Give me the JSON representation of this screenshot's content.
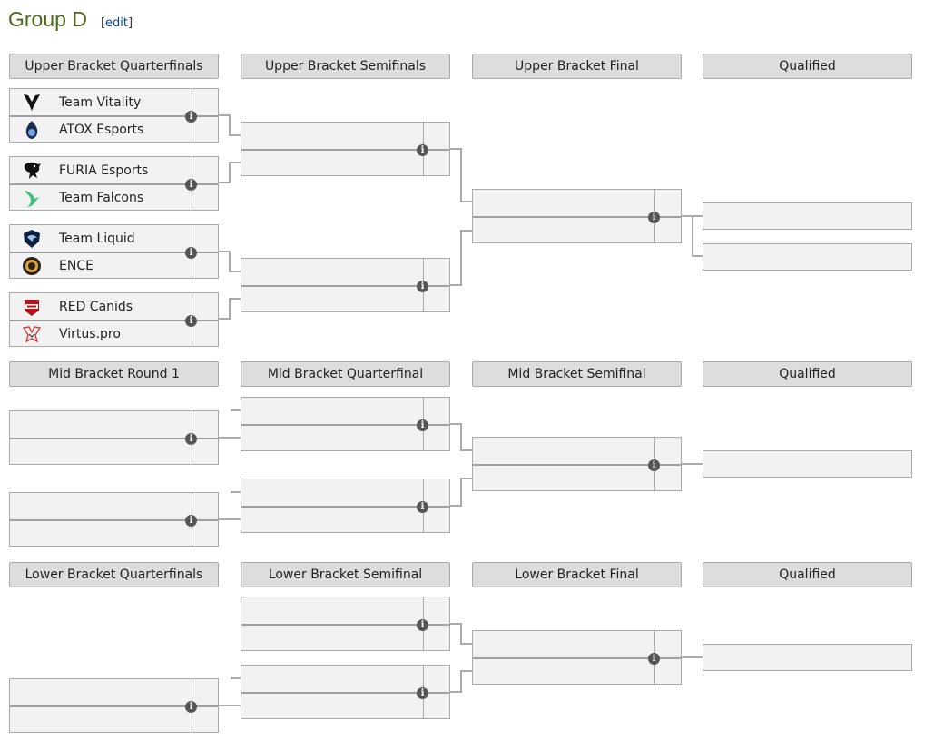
{
  "header": {
    "title": "Group D",
    "edit_open": "[",
    "edit_label": "edit",
    "edit_close": "]"
  },
  "upper": {
    "round_labels": [
      "Upper Bracket Quarterfinals",
      "Upper Bracket Semifinals",
      "Upper Bracket Final",
      "Qualified"
    ],
    "quarterfinals": [
      {
        "team1": "Team Vitality",
        "team2": "ATOX Esports",
        "logo1": "vitality-logo-icon",
        "logo2": "atox-logo-icon"
      },
      {
        "team1": "FURIA Esports",
        "team2": "Team Falcons",
        "logo1": "furia-logo-icon",
        "logo2": "falcons-logo-icon"
      },
      {
        "team1": "Team Liquid",
        "team2": "ENCE",
        "logo1": "liquid-logo-icon",
        "logo2": "ence-logo-icon"
      },
      {
        "team1": "RED Canids",
        "team2": "Virtus.pro",
        "logo1": "red-canids-logo-icon",
        "logo2": "virtus-pro-logo-icon"
      }
    ]
  },
  "mid": {
    "round_labels": [
      "Mid Bracket Round 1",
      "Mid Bracket Quarterfinal",
      "Mid Bracket Semifinal",
      "Qualified"
    ]
  },
  "lower": {
    "round_labels": [
      "Lower Bracket Quarterfinals",
      "Lower Bracket Semifinal",
      "Lower Bracket Final",
      "Qualified"
    ]
  },
  "info_glyph": "i",
  "colors": {
    "title": "#4d6a1a",
    "header_bg": "#dddddd",
    "cell_bg": "#f2f2f2",
    "border": "#aaaaaa",
    "info_bg": "#555555"
  }
}
